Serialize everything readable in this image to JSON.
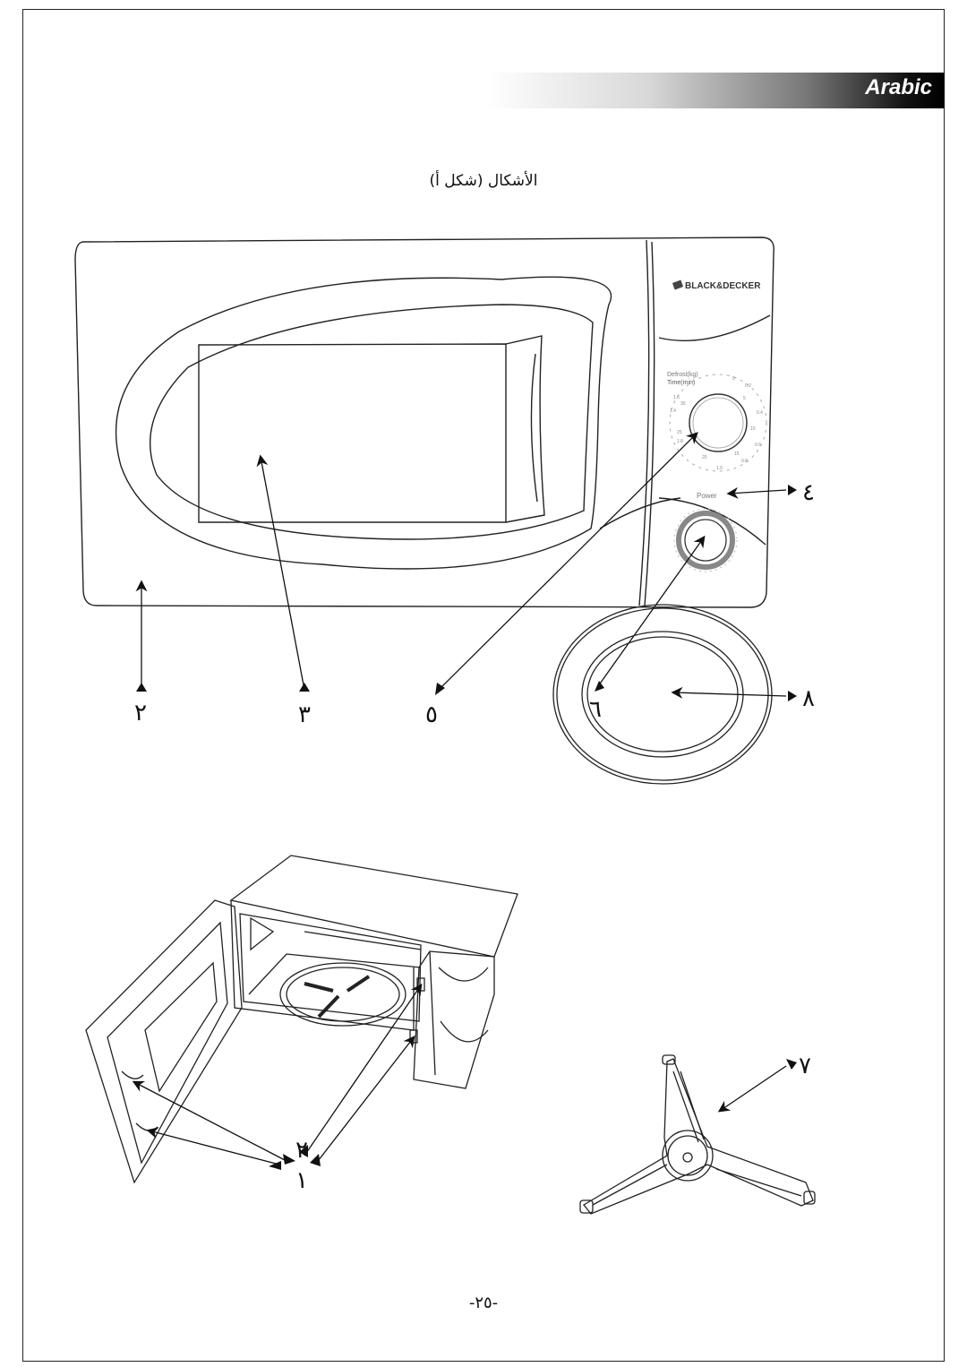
{
  "header": {
    "language_tab": "Arabic"
  },
  "figure": {
    "title": "الأشكال (شكل أ)"
  },
  "brand": {
    "logo_text": "BLACK&DECKER"
  },
  "dials": {
    "timer_labels": [
      "Defrost(kg)",
      "Time(min)"
    ],
    "timer_ticks": [
      "0",
      "0.2",
      "0.4",
      "0.6",
      "0.8",
      "1.0",
      "1.2",
      "1.4",
      "1.6",
      "1.8",
      "5",
      "10",
      "15",
      "20",
      "25",
      "30"
    ],
    "power_label": "Power"
  },
  "callouts": {
    "c1": "١",
    "c2": "٢",
    "c3": "٣",
    "c4": "٤",
    "c5": "٥",
    "c6": "٦",
    "c7": "٧",
    "c8": "٨"
  },
  "footer": {
    "page_number": "-٢٥-"
  }
}
